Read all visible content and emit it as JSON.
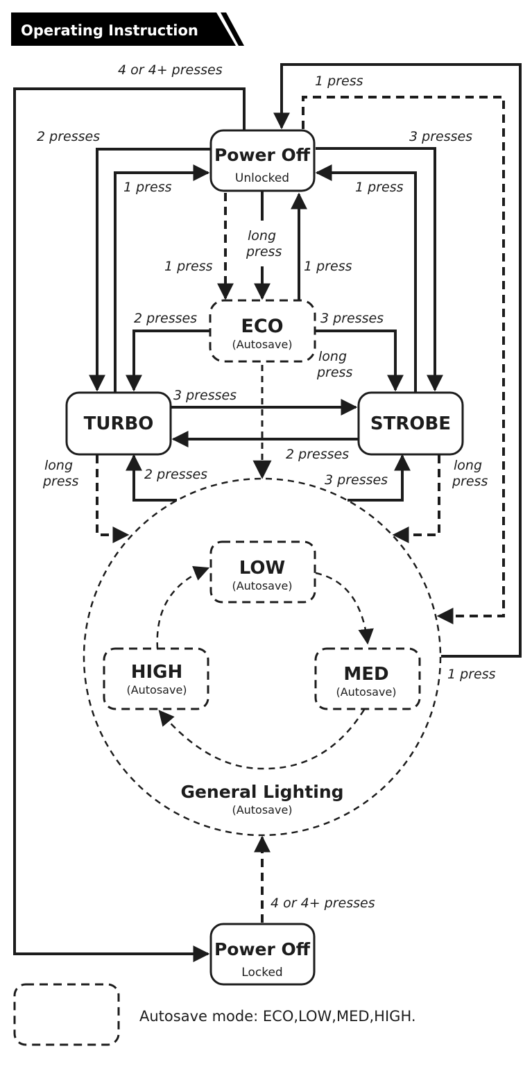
{
  "header": {
    "title": "Operating Instruction"
  },
  "colors": {
    "ink": "#1c1c1c",
    "background": "#ffffff",
    "header_bg": "#000000"
  },
  "nodes": {
    "power_off_unlocked": {
      "title": "Power Off",
      "subtitle": "Unlocked",
      "border": "solid"
    },
    "eco": {
      "title": "ECO",
      "subtitle": "(Autosave)",
      "border": "dashed"
    },
    "turbo": {
      "title": "TURBO",
      "border": "solid"
    },
    "strobe": {
      "title": "STROBE",
      "border": "solid"
    },
    "low": {
      "title": "LOW",
      "subtitle": "(Autosave)",
      "border": "dashed"
    },
    "med": {
      "title": "MED",
      "subtitle": "(Autosave)",
      "border": "dashed"
    },
    "high": {
      "title": "HIGH",
      "subtitle": "(Autosave)",
      "border": "dashed"
    },
    "general_lighting": {
      "title": "General Lighting",
      "subtitle": "(Autosave)",
      "border": "dashed-circle"
    },
    "power_off_locked": {
      "title": "Power Off",
      "subtitle": "Locked",
      "border": "solid"
    }
  },
  "edges": [
    {
      "from": "power_off_unlocked",
      "to": "power_off_locked",
      "label": "4 or 4+ presses",
      "style": "solid"
    },
    {
      "from": "general_lighting",
      "to": "power_off_unlocked",
      "label": "1 press",
      "style": "solid"
    },
    {
      "from": "power_off_unlocked",
      "to": "general_lighting",
      "label": "1 press",
      "style": "dashed"
    },
    {
      "from": "power_off_unlocked",
      "to": "turbo",
      "label": "2 presses",
      "style": "solid"
    },
    {
      "from": "turbo",
      "to": "power_off_unlocked",
      "label": "1 press",
      "style": "solid"
    },
    {
      "from": "power_off_unlocked",
      "to": "strobe",
      "label": "3 presses",
      "style": "solid"
    },
    {
      "from": "strobe",
      "to": "power_off_unlocked",
      "label": "1 press",
      "style": "solid"
    },
    {
      "from": "power_off_unlocked",
      "to": "eco",
      "label": "1 press",
      "style": "dashed"
    },
    {
      "from": "power_off_unlocked",
      "to": "eco",
      "label": "long press",
      "style": "solid"
    },
    {
      "from": "eco",
      "to": "power_off_unlocked",
      "label": "1 press",
      "style": "solid"
    },
    {
      "from": "eco",
      "to": "turbo",
      "label": "2 presses",
      "style": "solid"
    },
    {
      "from": "eco",
      "to": "strobe",
      "label": "3 presses",
      "style": "solid"
    },
    {
      "from": "eco",
      "to": "general_lighting",
      "label": "long press",
      "style": "dashed"
    },
    {
      "from": "turbo",
      "to": "strobe",
      "label": "3 presses",
      "style": "solid"
    },
    {
      "from": "strobe",
      "to": "turbo",
      "label": "2 presses",
      "style": "solid"
    },
    {
      "from": "general_lighting",
      "to": "turbo",
      "label": "2 presses",
      "style": "solid"
    },
    {
      "from": "general_lighting",
      "to": "strobe",
      "label": "3 presses",
      "style": "solid"
    },
    {
      "from": "turbo",
      "to": "general_lighting",
      "label": "long press",
      "style": "dashed"
    },
    {
      "from": "strobe",
      "to": "general_lighting",
      "label": "long press",
      "style": "dashed"
    },
    {
      "from": "low",
      "to": "med",
      "style": "dashed"
    },
    {
      "from": "med",
      "to": "high",
      "style": "dashed"
    },
    {
      "from": "high",
      "to": "low",
      "style": "dashed"
    },
    {
      "from": "power_off_locked",
      "to": "general_lighting",
      "label": "4 or 4+ presses",
      "style": "dashed"
    }
  ],
  "labels": {
    "four_presses_top": "4 or 4+ presses",
    "one_press_top_right": "1 press",
    "two_presses_left": "2 presses",
    "one_press_left": "1 press",
    "three_presses_right": "3 presses",
    "one_press_right": "1 press",
    "one_press_eco_dashed": "1 press",
    "long_press_eco_line1": "long",
    "long_press_eco_line2": "press",
    "one_press_eco_back": "1 press",
    "two_presses_eco": "2 presses",
    "three_presses_eco": "3 presses",
    "long_press_eco_gl_line1": "long",
    "long_press_eco_gl_line2": "press",
    "three_presses_turbo_strobe": "3 presses",
    "two_presses_strobe_turbo": "2 presses",
    "two_presses_gl_turbo": "2 presses",
    "three_presses_gl_strobe": "3 presses",
    "long_press_turbo_line1": "long",
    "long_press_turbo_line2": "press",
    "long_press_strobe_line1": "long",
    "long_press_strobe_line2": "press",
    "one_press_gl_off": "1 press",
    "four_presses_bottom": "4 or 4+ presses"
  },
  "legend": {
    "text": "Autosave mode: ECO,LOW,MED,HIGH."
  }
}
